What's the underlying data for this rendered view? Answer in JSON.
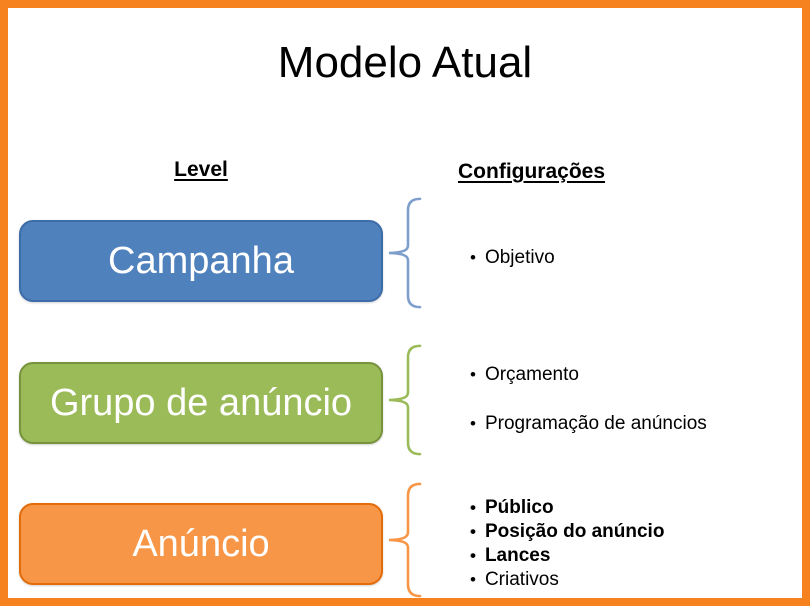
{
  "title": "Modelo Atual",
  "headers": {
    "level": "Level",
    "config": "Configurações"
  },
  "bullet_char": "•",
  "colors": {
    "frame_border": "#F5821F",
    "text": "#000000"
  },
  "levels": [
    {
      "name": "Campanha",
      "fill": "#4F81BD",
      "border": "#3D6DA8",
      "bracket_color": "#7E9FCC",
      "items": [
        {
          "label": "Objetivo",
          "bold": false
        }
      ]
    },
    {
      "name": "Grupo de anúncio",
      "fill": "#9BBB59",
      "border": "#77933C",
      "bracket_color": "#9BBB59",
      "items": [
        {
          "label": "Orçamento",
          "bold": false
        },
        {
          "label": "Programação de anúncios",
          "bold": false
        }
      ]
    },
    {
      "name": "Anúncio",
      "fill": "#F79646",
      "border": "#E36C0A",
      "bracket_color": "#F79646",
      "items": [
        {
          "label": "Público",
          "bold": true
        },
        {
          "label": "Posição do anúncio",
          "bold": true
        },
        {
          "label": "Lances",
          "bold": true
        },
        {
          "label": "Criativos",
          "bold": false
        }
      ]
    }
  ]
}
